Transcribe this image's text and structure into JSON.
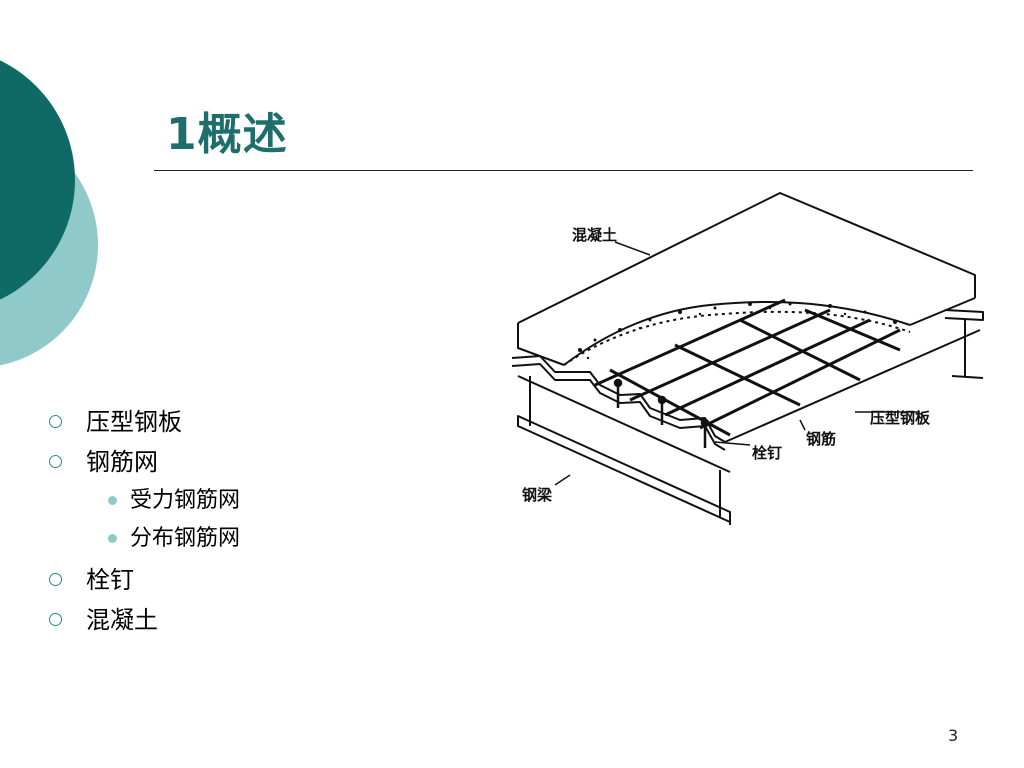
{
  "slide": {
    "title": "1概述",
    "page_number": "3"
  },
  "bullets": [
    {
      "text": "压型钢板"
    },
    {
      "text": "钢筋网",
      "children": [
        {
          "text": "受力钢筋网"
        },
        {
          "text": "分布钢筋网"
        }
      ]
    },
    {
      "text": "栓钉"
    },
    {
      "text": "混凝土"
    }
  ],
  "diagram": {
    "labels": {
      "concrete": "混凝土",
      "deck": "压型钢板",
      "rebar": "钢筋",
      "stud": "栓钉",
      "beam": "钢梁"
    }
  },
  "colors": {
    "title": "#1f6e6b",
    "circle_dark": "#0f6a66",
    "circle_light": "#8fc9c9",
    "bullet_ring": "#2a8a86"
  }
}
